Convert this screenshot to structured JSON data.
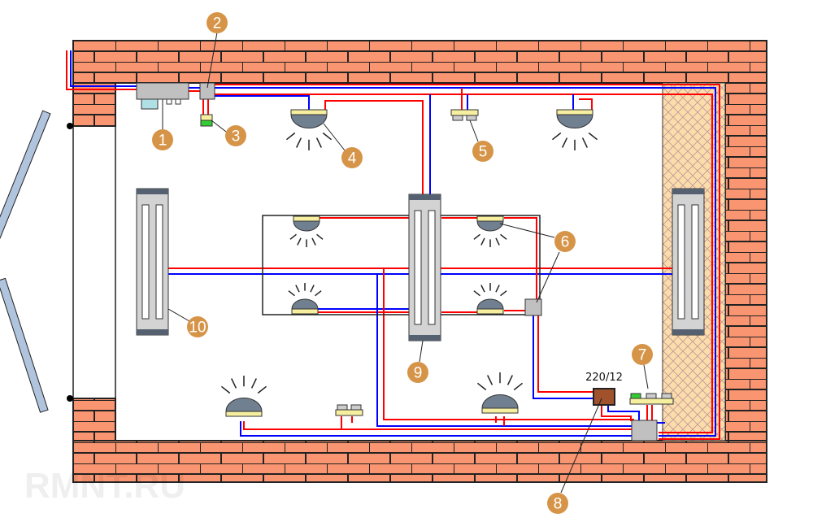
{
  "diagram": {
    "transformer_label": "220/12",
    "watermark": "RMNT.RU",
    "callouts": [
      "1",
      "2",
      "3",
      "4",
      "5",
      "6",
      "7",
      "8",
      "9",
      "10"
    ],
    "colors": {
      "brick": "#FA9571",
      "insulation": "#FDDCAB",
      "phase_wire": "#FF0000",
      "neutral_wire": "#0000FF",
      "callout": "#D69448",
      "transformer": "#A0522D",
      "heater": "#D3D3D3",
      "lamp_base": "#F7EFA0",
      "door": "#B0C4DE"
    }
  }
}
